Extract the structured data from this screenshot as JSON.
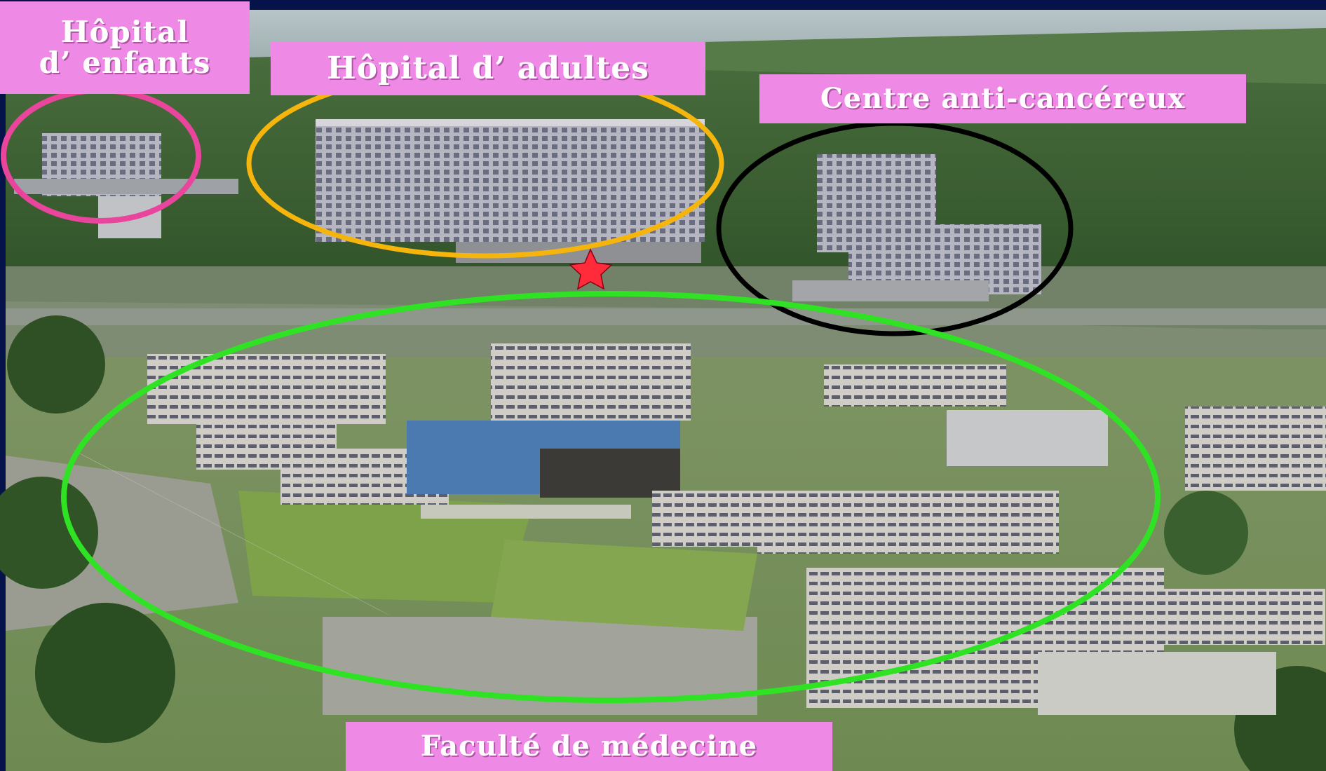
{
  "labels": {
    "hopital_enfants": "Hôpital\nd’ enfants",
    "hopital_adultes": "Hôpital d’ adultes",
    "centre_anti_cancereux": "Centre anti-cancéreux",
    "faculte_medecine": "Faculté de médecine"
  },
  "colors": {
    "label_bg": "#ee8ae6",
    "enfants_ring": "#e9459d",
    "adultes_ring": "#f6b50c",
    "cancer_ring": "#000000",
    "faculte_ring": "#2fe324",
    "star": "#ff2a3a",
    "frame": "#06124a"
  },
  "icons": [
    "location-star-icon"
  ]
}
